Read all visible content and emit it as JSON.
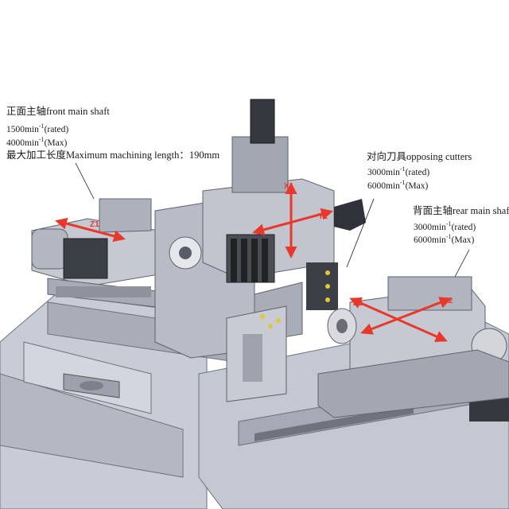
{
  "front": {
    "title": "正面主轴front main shaft",
    "rated": "1500min",
    "rated_sup": "-1",
    "rated_suffix": "(rated)",
    "max": "4000min",
    "max_sup": "-1",
    "max_suffix": "(Max)",
    "length": "最大加工长度Maximum machining length：190mm"
  },
  "opposing": {
    "title": "对向刀具opposing cutters",
    "rated": "3000min",
    "rated_sup": "-1",
    "rated_suffix": "(rated)",
    "max": "6000min",
    "max_sup": "-1",
    "max_suffix": "(Max)"
  },
  "rear": {
    "title": "背面主轴rear main shaft",
    "rated": "3000min",
    "rated_sup": "-1",
    "rated_suffix": "(rated)",
    "max": "6000min",
    "max_sup": "-1",
    "max_suffix": "(Max)"
  },
  "axes": {
    "z1": "Z1",
    "x1": "X1",
    "y1": "Y1",
    "z2": "Z2",
    "x2": "X2"
  },
  "colors": {
    "arrow": "#e8382c",
    "body": "#b8bcc6",
    "dark": "#3a3d44"
  }
}
